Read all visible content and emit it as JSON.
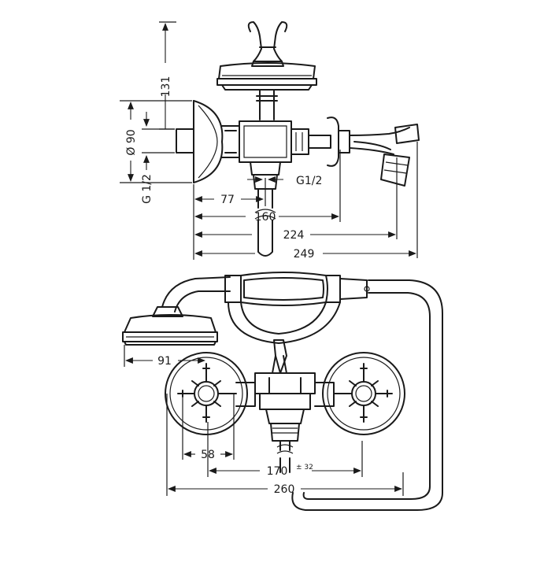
{
  "side_view": {
    "dims": {
      "height_131": "131",
      "diameter_90": "Ø 90",
      "thread_g12_left": "G 1/2",
      "thread_g12_right": "G1/2",
      "len_77": "77",
      "len_160": "160",
      "len_224": "224",
      "len_249": "249"
    }
  },
  "front_view": {
    "dims": {
      "len_91": "91",
      "len_58": "58",
      "len_170": "170",
      "tol_170": "± 32",
      "len_260": "260"
    }
  }
}
